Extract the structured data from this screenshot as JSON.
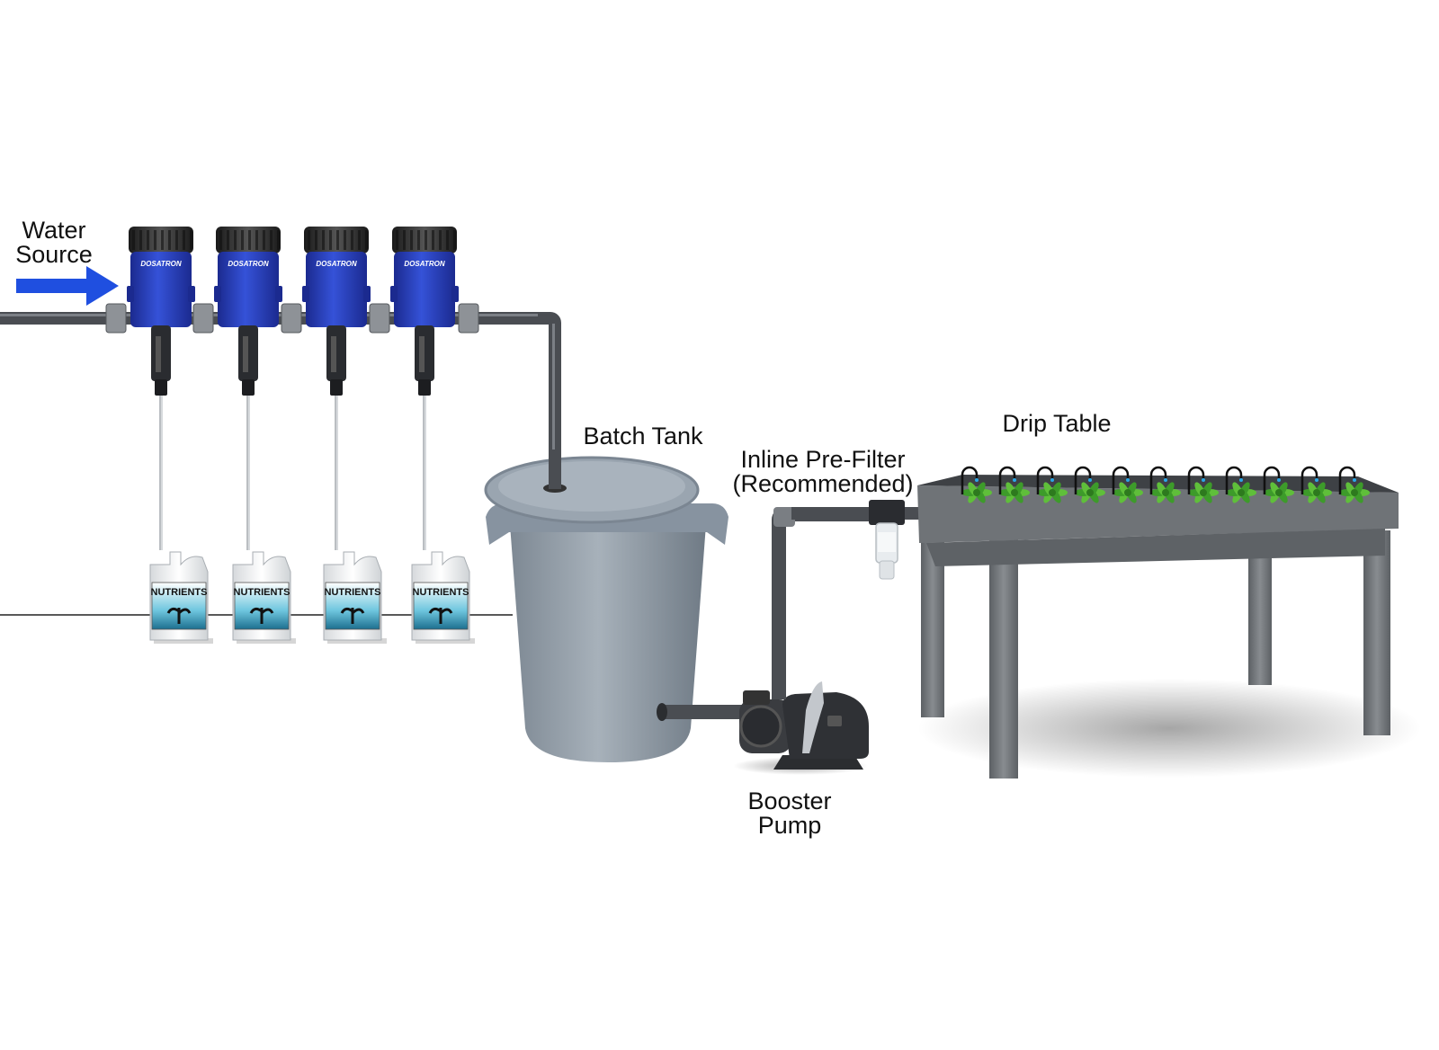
{
  "labels": {
    "water_source_line1": "Water",
    "water_source_line2": "Source",
    "batch_tank": "Batch Tank",
    "prefilter_line1": "Inline Pre-Filter",
    "prefilter_line2": "(Recommended)",
    "drip_table": "Drip Table",
    "pump_line1": "Booster",
    "pump_line2": "Pump"
  },
  "injector_brand": "DOSATRON",
  "jug_label": "NUTRIENTS",
  "injector_count": 4,
  "colors": {
    "arrow": "#1f4fe0",
    "injector_body": "#2a3fc0",
    "pipe": "#4a4d52",
    "tank": "#8f9ba6",
    "table": "#6f7377",
    "plant": "#3d9b2a"
  }
}
